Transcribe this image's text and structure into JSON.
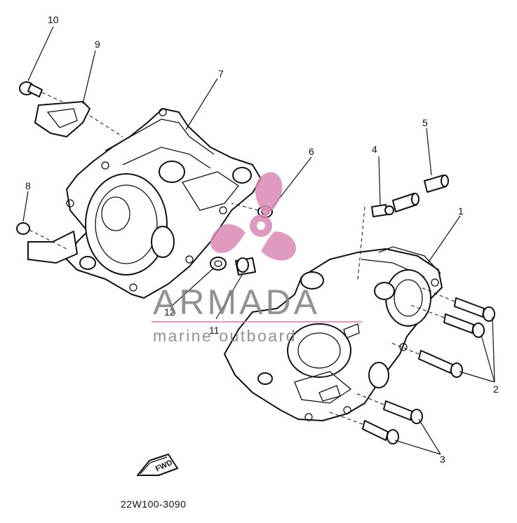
{
  "callouts": {
    "c1": "1",
    "c2": "2",
    "c3": "3",
    "c4": "4",
    "c5": "5",
    "c6": "6",
    "c7": "7",
    "c8": "8",
    "c9": "9",
    "c10": "10",
    "c11": "11",
    "c12": "12"
  },
  "fwd_label": "FWD",
  "diagram_code": "22W100-3090",
  "watermark": {
    "title": "ARMADA",
    "subtitle": "marine outboard",
    "pink": "#d98ab4",
    "gray": "#808080"
  }
}
